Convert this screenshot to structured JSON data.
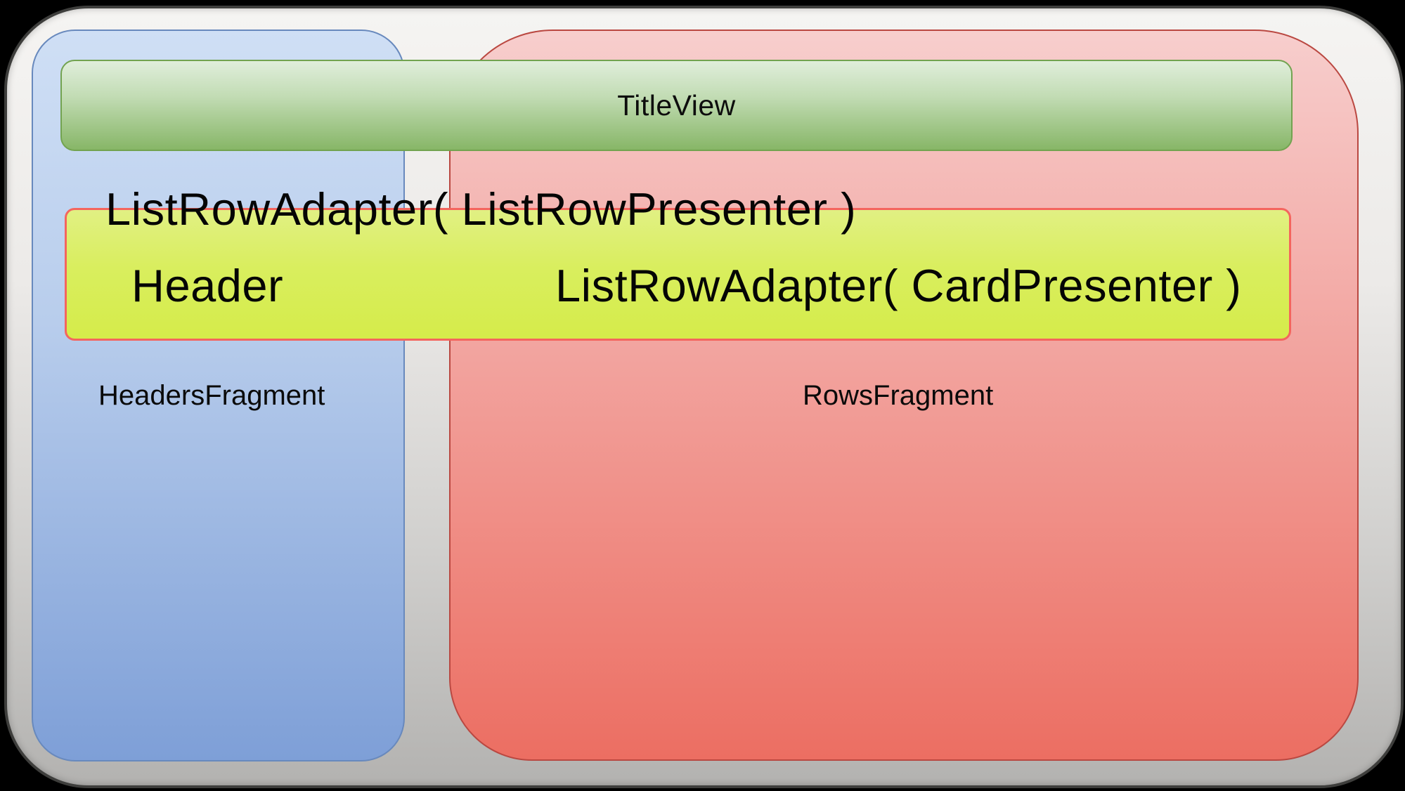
{
  "diagram": {
    "title_view": {
      "label": "TitleView"
    },
    "list_row_adapter_presenter_text": "ListRowAdapter( ListRowPresenter )",
    "adapter_row": {
      "header_label": "Header",
      "card_adapter_text": "ListRowAdapter( CardPresenter )"
    },
    "headers_fragment": {
      "label": "HeadersFragment"
    },
    "rows_fragment": {
      "label": "RowsFragment"
    },
    "colors": {
      "frame_gradient_top": "#f5f4f2",
      "frame_gradient_bottom": "#b3b2b0",
      "frame_border": "#3e3e3c",
      "headers_panel_top": "#cfdff5",
      "headers_panel_bottom": "#7e9fd7",
      "headers_panel_border": "#6889bd",
      "rows_panel_top": "#f7cecd",
      "rows_panel_bottom": "#ec6e62",
      "rows_panel_border": "#ba4841",
      "title_bar_top": "#e0eedb",
      "title_bar_bottom": "#87b667",
      "title_bar_border": "#72a350",
      "adapter_box_top": "#e1f083",
      "adapter_box_bottom": "#d5ec4a",
      "adapter_box_border": "#f4655e",
      "text": "#050505",
      "page_background": "#000000"
    }
  }
}
